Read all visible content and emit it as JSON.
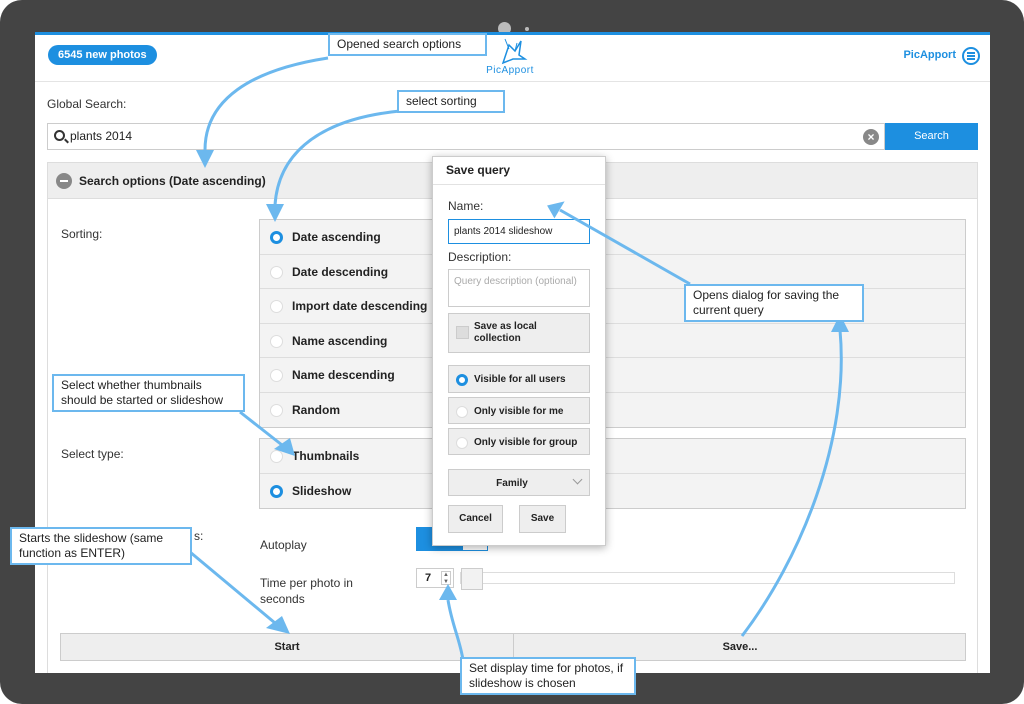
{
  "header": {
    "badge": "6545 new photos",
    "logo_text": "PicApport",
    "user_link": "PicApport"
  },
  "search": {
    "label": "Global Search:",
    "value": "plants 2014",
    "button": "Search"
  },
  "options": {
    "title": "Search options (Date ascending)",
    "sorting_label": "Sorting:",
    "sorting": [
      "Date ascending",
      "Date descending",
      "Import date descending",
      "Name ascending",
      "Name descending",
      "Random"
    ],
    "selected_sort": "Date ascending",
    "type_label": "Select type:",
    "types": [
      "Thumbnails",
      "Slideshow"
    ],
    "selected_type": "Slideshow",
    "slideshow_options_label_fragment": "s:",
    "autoplay_label": "Autoplay",
    "autoplay_state": "On",
    "time_label": "Time per photo in seconds",
    "time_value": "7",
    "start_button": "Start",
    "save_button": "Save..."
  },
  "dialog": {
    "title": "Save query",
    "name_label": "Name:",
    "name_value": "plants 2014 slideshow",
    "description_label": "Description:",
    "description_placeholder": "Query description (optional)",
    "save_local": "Save as local collection",
    "visibility": [
      "Visible for all users",
      "Only visible for me",
      "Only visible for group"
    ],
    "selected_visibility": "Visible for all users",
    "group_value": "Family",
    "cancel": "Cancel",
    "save": "Save"
  },
  "callouts": {
    "opened_search_options": "Opened search options",
    "select_sorting": "select sorting",
    "opens_dialog": "Opens dialog for saving the current query",
    "select_thumbnails": "Select whether thumbnails should be started or slideshow",
    "starts_slideshow": "Starts the slideshow (same function as ENTER)",
    "set_display_time": "Set display time for photos, if slideshow is chosen"
  },
  "colors": {
    "accent": "#1d8fe0",
    "callout_border": "#6cb8ee",
    "device_frame": "#444444"
  }
}
